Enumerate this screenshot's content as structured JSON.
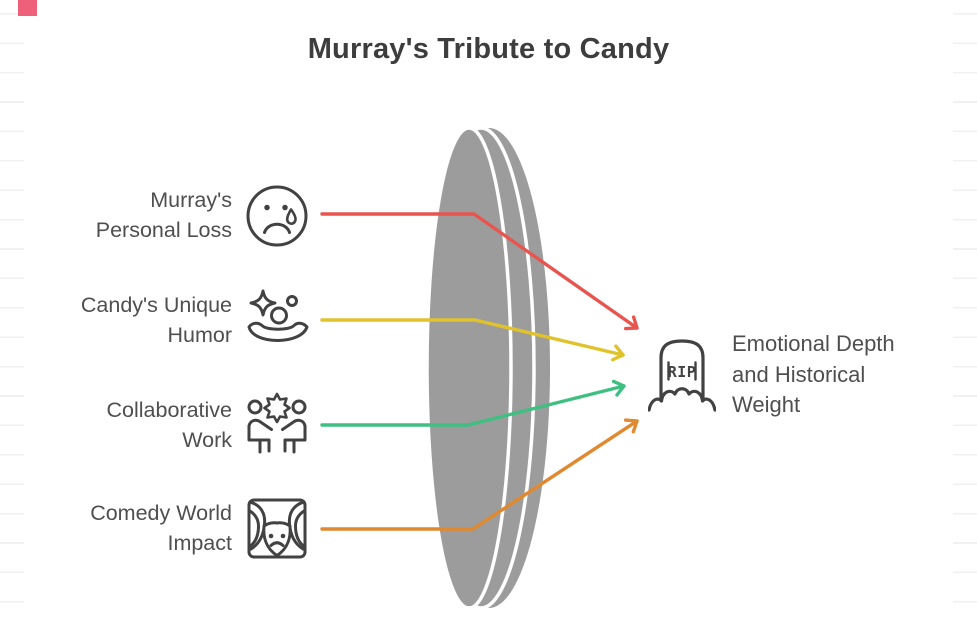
{
  "title": "Murray's Tribute to Candy",
  "corner_marker_color": "#ee5f7a",
  "lens_color": "#9c9c9c",
  "icon_stroke": "#424242",
  "inputs": [
    {
      "label": [
        "Murray's",
        "Personal Loss"
      ],
      "icon": "sad-face-icon",
      "arrow_color": "#e8554f"
    },
    {
      "label": [
        "Candy's Unique",
        "Humor"
      ],
      "icon": "clown-sparkle-icon",
      "arrow_color": "#e0c32c"
    },
    {
      "label": [
        "Collaborative",
        "Work"
      ],
      "icon": "collaboration-people-icon",
      "arrow_color": "#3fbf81"
    },
    {
      "label": [
        "Comedy World",
        "Impact"
      ],
      "icon": "theater-curtain-mask-icon",
      "arrow_color": "#e0892f"
    }
  ],
  "output": {
    "label": [
      "Emotional Depth",
      "and Historical",
      "Weight"
    ],
    "icon": "tombstone-rip-icon",
    "tombstone_text": "RIP"
  }
}
